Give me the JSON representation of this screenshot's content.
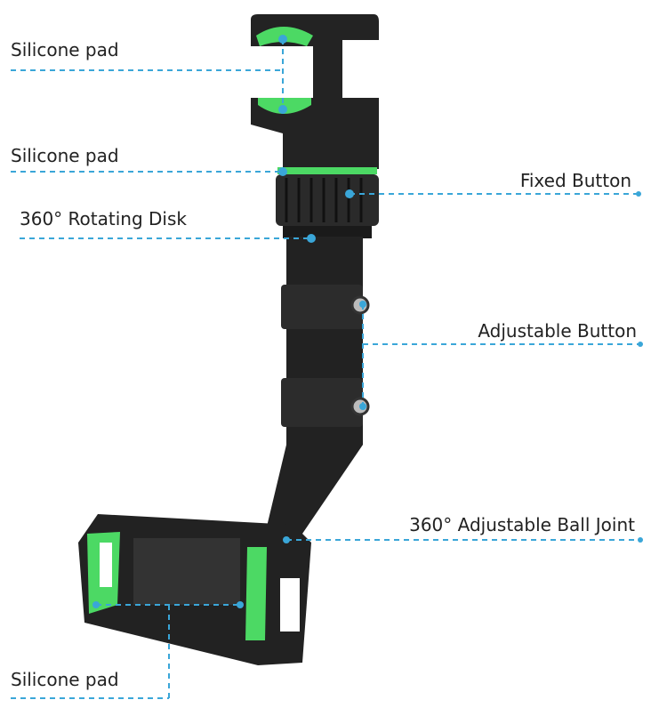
{
  "colors": {
    "accent": "#4cd964",
    "line": "#3aa6d8",
    "body": "#1f1f1f"
  },
  "labels": {
    "pad_top": "Silicone pad",
    "pad_middle": "Silicone pad",
    "rotating_disk": "360° Rotating Disk",
    "fixed_button": "Fixed Button",
    "adjustable_button": "Adjustable Button",
    "ball_joint": "360° Adjustable Ball Joint",
    "pad_bottom": "Silicone pad"
  }
}
